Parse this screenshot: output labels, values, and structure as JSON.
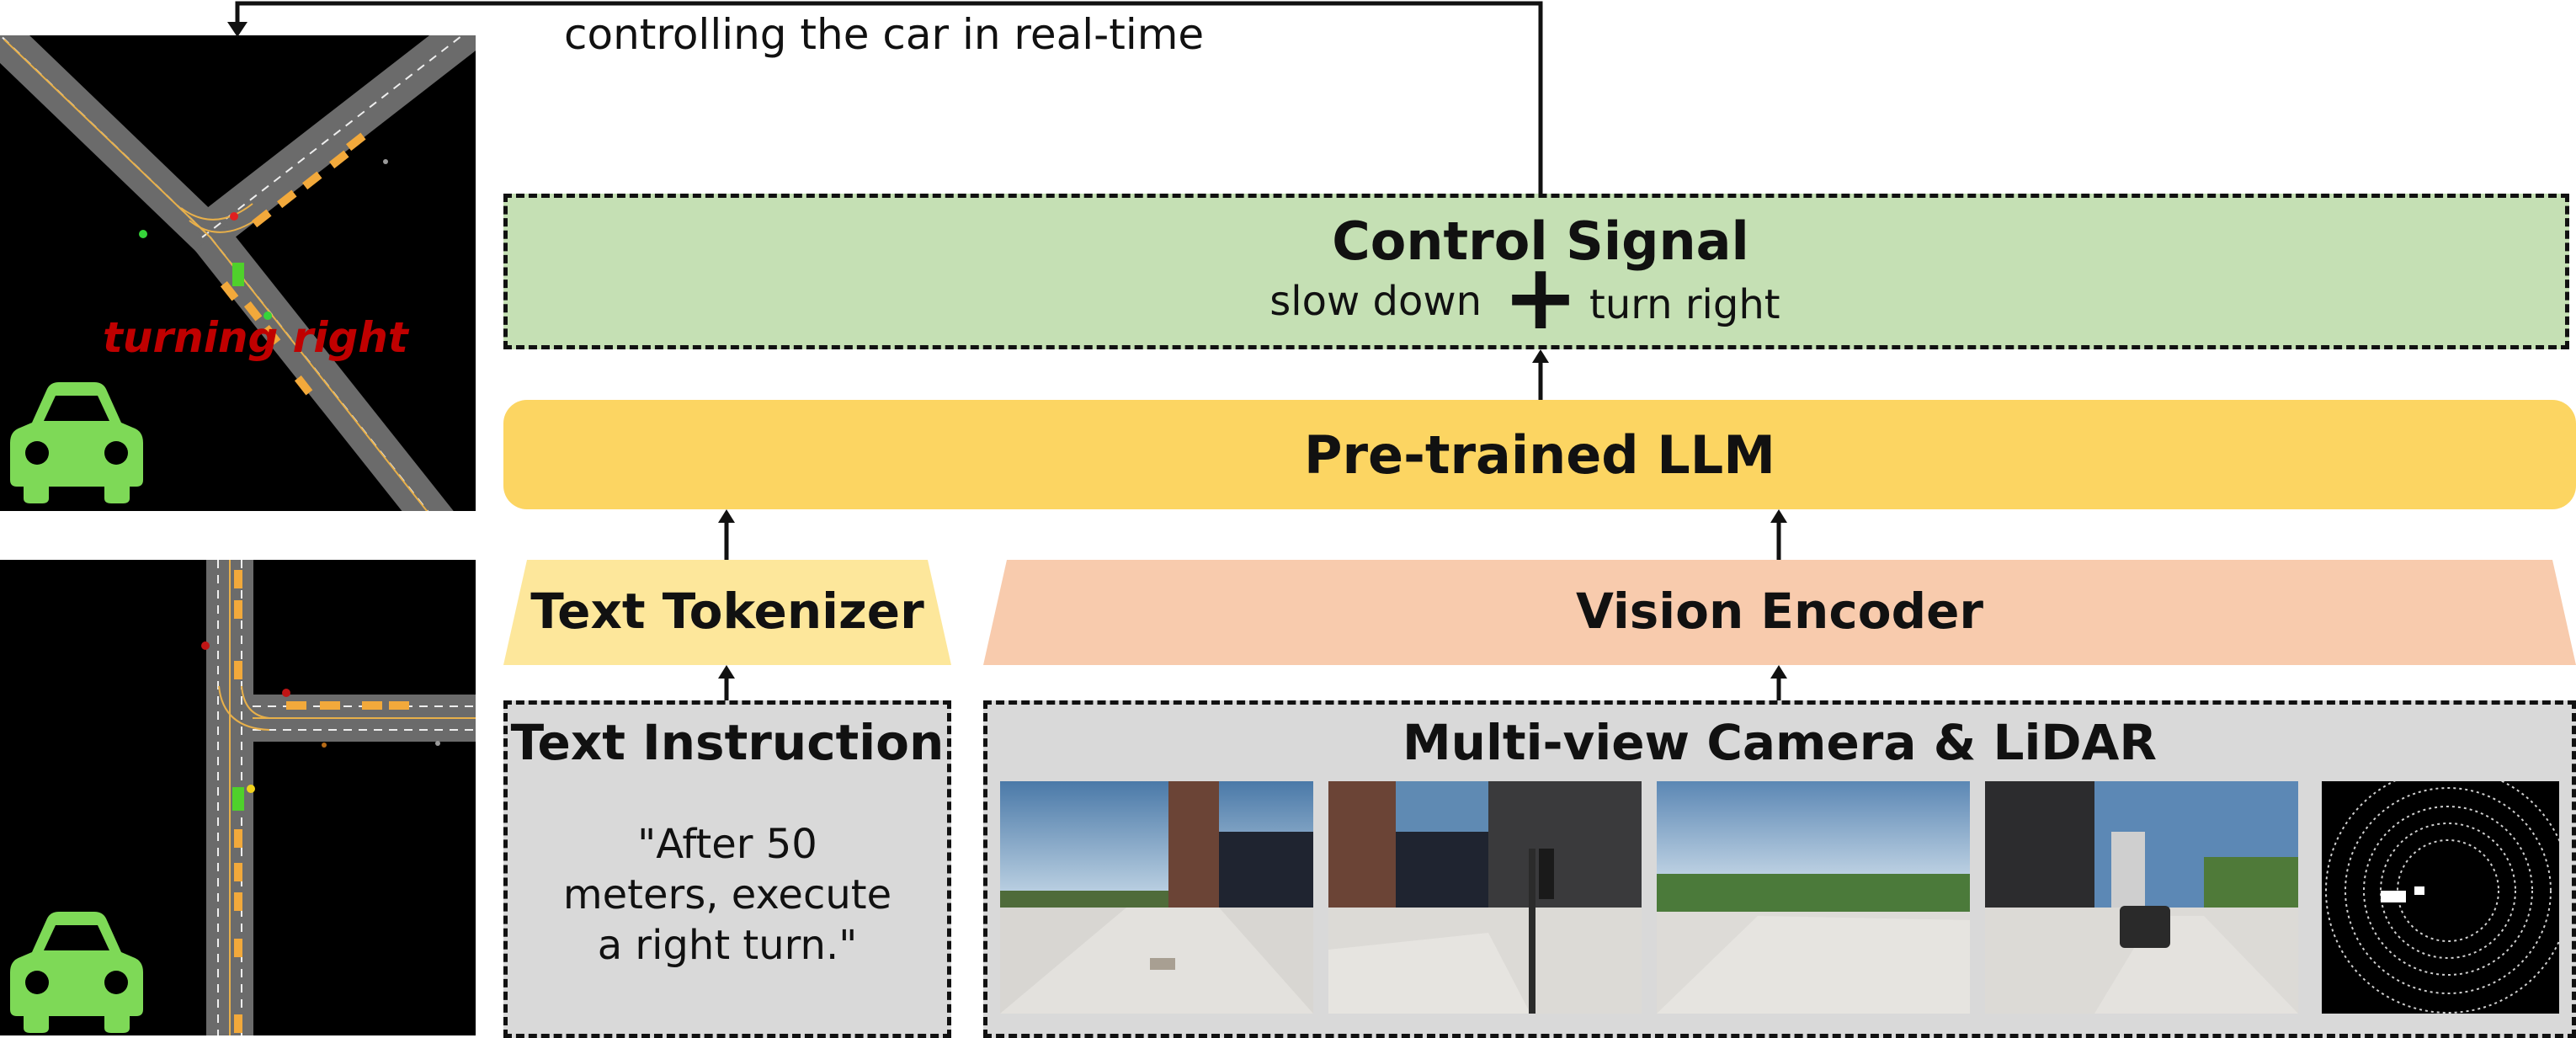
{
  "feedback_label": "controlling the car in real-time",
  "control_signal": {
    "title": "Control Signal",
    "left_action": "slow down",
    "right_action": "turn right",
    "combine_symbol": "+"
  },
  "llm": {
    "label": "Pre-trained LLM"
  },
  "text_tokenizer": {
    "label": "Text Tokenizer"
  },
  "vision_encoder": {
    "label": "Vision Encoder"
  },
  "text_instruction": {
    "title": "Text Instruction",
    "line1": "\"After 50",
    "line2": "meters, execute",
    "line3": "a right turn.\""
  },
  "multiview": {
    "title": "Multi-view Camera & LiDAR",
    "views": [
      "camera-view-1",
      "camera-view-2",
      "camera-view-3",
      "camera-view-4",
      "lidar-view"
    ]
  },
  "top_map": {
    "overlay_text": "turning right"
  },
  "colors": {
    "control_fill": "#c5e0b4",
    "llm_fill": "#fcd562",
    "tokenizer_fill": "#fde79b",
    "encoder_fill": "#f8cbad",
    "input_fill": "#d9d9d9",
    "car_icon": "#7ed957",
    "overlay_text": "#c00000"
  }
}
